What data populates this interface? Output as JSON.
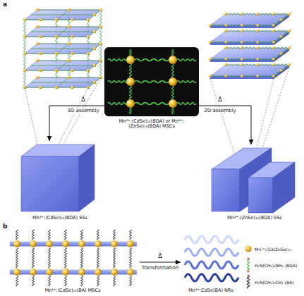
{
  "diagram": {
    "nodes": [
      {
        "text": [
          "Mn²⁺:(CdSe)₁₃(BDA) or Mn²⁺:(ZnSe)₁₃(BDA) MSCs"
        ]
      },
      {
        "text": [
          "Mn²⁺:(CdSe)₁₃(BDA) SSs"
        ]
      },
      {
        "text": [
          "Mn²⁺:(ZnSe)₁₃(BDA) SSs"
        ]
      },
      {
        "text": [
          "Mn²⁺:(CdSe)₁₃(BA) MSCs"
        ]
      },
      {
        "text": [
          "Mn²⁺:CdSe(BA) NRs"
        ]
      }
    ],
    "edges": [
      {
        "from": 0,
        "to": 1,
        "arrow": "to",
        "label": "3D assembly"
      },
      {
        "from": 0,
        "to": 2,
        "arrow": "to",
        "label": "2D assembly"
      },
      {
        "from": 3,
        "to": 4,
        "arrow": "to",
        "label": "Transformation"
      }
    ],
    "labels": [
      "a",
      "Δ",
      "Δ",
      "b",
      "Δ"
    ],
    "legend": [
      {
        "text": "Mn²⁺:(Cd/ZnSe)₁₃"
      },
      {
        "text": "H₂N(CH₂)₄NH₂ (BDA)"
      },
      {
        "text": "H₂N(CH₂)₃CH₃ (BA)"
      }
    ]
  }
}
